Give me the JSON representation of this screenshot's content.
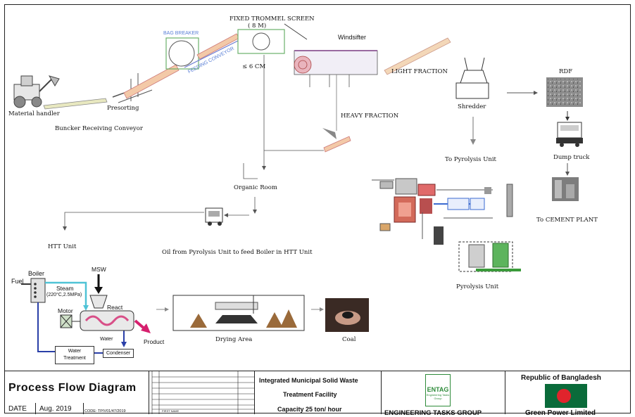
{
  "labels": {
    "fixed_trommel": "FIXED TROMMEL SCREEN",
    "trommel_size": "( 8 M)",
    "bag_breaker": "BAG BREAKER",
    "feeding_conveyor": "FEEDING CONVEYOR",
    "six_cm": "≤ 6 CM",
    "windsifter": "Windsifter",
    "light_fraction": "LIGHT FRACTION",
    "heavy_fraction": "HEAVY FRACTION",
    "material_handler": "Material handler",
    "presorting": "Presorting",
    "bunker_conveyor": "Buncker Receiving Conveyor",
    "shredder": "Shredder",
    "rdf": "RDF",
    "dump_truck": "Dump truck",
    "to_pyrolysis": "To Pyrolysis Unit",
    "to_cement": "To CEMENT PLANT",
    "organic_room": "Organic Room",
    "htt_unit": "HTT Unit",
    "oil_from_pyrolysis": "Oil from Pyrolysis Unit to feed Boiler in HTT Unit",
    "pyrolysis_unit": "Pyrolysis Unit",
    "boiler": "Boiler",
    "fuel": "Fuel",
    "steam": "Steam",
    "steam_spec": "(220°C,2.5MPa)",
    "msw": "MSW",
    "react": "React",
    "motor": "Motor",
    "water": "Water",
    "product": "Product",
    "condenser": "Condenser",
    "water_treatment": "Water Treatment",
    "drying_area": "Drying Area",
    "coal": "Coal"
  },
  "title_block": {
    "diagram_title": "Process Flow Diagram",
    "date_label": "DATE",
    "date_value": "Aug. 2019",
    "code": "CODE: TP/V01/47/2019",
    "project_line1": "Integrated Municipal Solid Waste",
    "project_line2": "Treatment Facility",
    "capacity": "Capacity 25 ton/ hour",
    "logo_text": "ENTAG",
    "logo_sub": "Engineering Tasks Group",
    "company": "ENGINEERING TASKS GROUP",
    "country": "Republic of Bangladesh",
    "client": "Green Power Limited",
    "first_name": "FIRST NAME"
  },
  "colors": {
    "steam_line": "#4fc3d6",
    "water_line": "#2a3fa8",
    "product_arrow": "#d6206e",
    "flag_green": "#0a6b3a",
    "flag_red": "#e0242c",
    "logo_green": "#2e8b3a"
  }
}
